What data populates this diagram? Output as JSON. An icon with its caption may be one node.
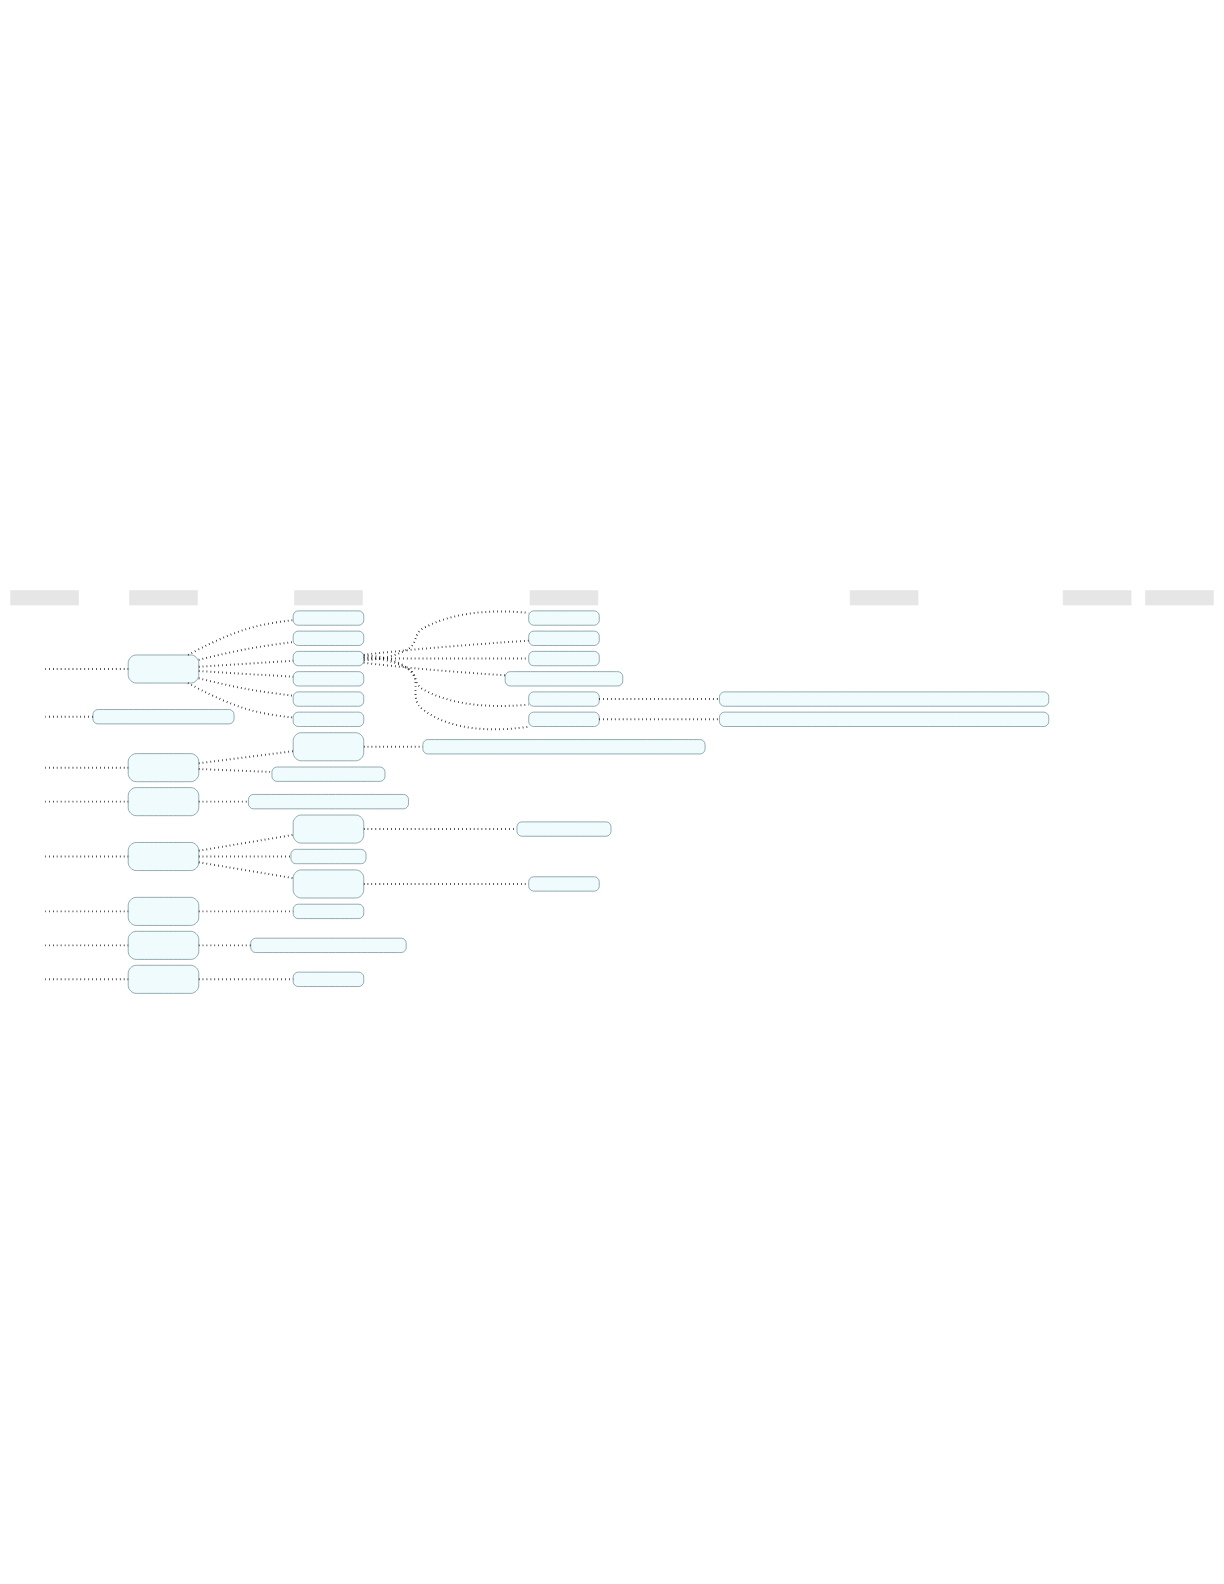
{
  "diagram": {
    "nodes": [
      {
        "text": [],
        "shape": "box"
      },
      {
        "text": [],
        "shape": "box"
      },
      {
        "text": [],
        "shape": "box"
      },
      {
        "text": [],
        "shape": "box"
      },
      {
        "text": [],
        "shape": "box"
      },
      {
        "text": [],
        "shape": "box"
      },
      {
        "text": [],
        "shape": "box"
      },
      {
        "text": [],
        "shape": "box"
      },
      {
        "text": [],
        "shape": "box"
      },
      {
        "text": [],
        "shape": "box"
      },
      {
        "text": [],
        "shape": "box"
      },
      {
        "text": [],
        "shape": "box"
      },
      {
        "text": [],
        "shape": "box"
      },
      {
        "text": [],
        "shape": "box"
      },
      {
        "text": [],
        "shape": "box"
      },
      {
        "text": [],
        "shape": "box"
      },
      {
        "text": [],
        "shape": "box"
      },
      {
        "text": [],
        "shape": "box"
      },
      {
        "text": [],
        "shape": "box"
      },
      {
        "text": [],
        "shape": "box"
      },
      {
        "text": [],
        "shape": "box"
      },
      {
        "text": [],
        "shape": "box"
      },
      {
        "text": [],
        "shape": "box"
      },
      {
        "text": [],
        "shape": "box"
      },
      {
        "text": [],
        "shape": "box"
      },
      {
        "text": [],
        "shape": "box"
      },
      {
        "text": [],
        "shape": "box"
      },
      {
        "text": [],
        "shape": "box"
      },
      {
        "text": [],
        "shape": "box"
      },
      {
        "text": [],
        "shape": "box"
      },
      {
        "text": [],
        "shape": "box"
      },
      {
        "text": [],
        "shape": "box"
      },
      {
        "text": [],
        "shape": "box"
      },
      {
        "text": [],
        "shape": "box"
      },
      {
        "text": [],
        "shape": "bar"
      },
      {
        "text": [],
        "shape": "bar"
      },
      {
        "text": [],
        "shape": "bar"
      },
      {
        "text": [],
        "shape": "bar"
      },
      {
        "text": [],
        "shape": "bar"
      },
      {
        "text": [],
        "shape": "bar"
      },
      {
        "text": [],
        "shape": "bar"
      }
    ],
    "edges": [
      {
        "from": null,
        "to": 0,
        "arrow": "none"
      },
      {
        "from": null,
        "to": 2,
        "arrow": "none"
      },
      {
        "from": null,
        "to": 4,
        "arrow": "none"
      },
      {
        "from": 0,
        "to": 1,
        "arrow": "none"
      },
      {
        "from": 2,
        "to": 3,
        "arrow": "none"
      },
      {
        "from": 4,
        "to": 5,
        "arrow": "none"
      },
      {
        "from": null,
        "to": 6,
        "arrow": "none"
      },
      {
        "from": 6,
        "to": 7,
        "arrow": "none"
      },
      {
        "from": 7,
        "to": 8,
        "arrow": "none"
      },
      {
        "from": 6,
        "to": 9,
        "arrow": "none"
      },
      {
        "from": 6,
        "to": 10,
        "arrow": "none"
      },
      {
        "from": 10,
        "to": 11,
        "arrow": "none"
      },
      {
        "from": null,
        "to": 12,
        "arrow": "none"
      },
      {
        "from": 12,
        "to": 13,
        "arrow": "none"
      },
      {
        "from": null,
        "to": 14,
        "arrow": "none"
      },
      {
        "from": 14,
        "to": 15,
        "arrow": "none"
      },
      {
        "from": 15,
        "to": 16,
        "arrow": "none"
      },
      {
        "from": 14,
        "to": 17,
        "arrow": "none"
      },
      {
        "from": null,
        "to": 18,
        "arrow": "none"
      },
      {
        "from": null,
        "to": 19,
        "arrow": "none"
      },
      {
        "from": 19,
        "to": 20,
        "arrow": "none"
      },
      {
        "from": 19,
        "to": 21,
        "arrow": "none"
      },
      {
        "from": 19,
        "to": 22,
        "arrow": "none"
      },
      {
        "from": 22,
        "to": 23,
        "arrow": "none"
      },
      {
        "from": 22,
        "to": 24,
        "arrow": "none"
      },
      {
        "from": 22,
        "to": 25,
        "arrow": "none"
      },
      {
        "from": 22,
        "to": 26,
        "arrow": "none"
      },
      {
        "from": 22,
        "to": 27,
        "arrow": "none"
      },
      {
        "from": 27,
        "to": 28,
        "arrow": "none"
      },
      {
        "from": 22,
        "to": 29,
        "arrow": "none"
      },
      {
        "from": 29,
        "to": 30,
        "arrow": "none"
      },
      {
        "from": 19,
        "to": 31,
        "arrow": "none"
      },
      {
        "from": 19,
        "to": 32,
        "arrow": "none"
      },
      {
        "from": 19,
        "to": 33,
        "arrow": "none"
      }
    ]
  }
}
